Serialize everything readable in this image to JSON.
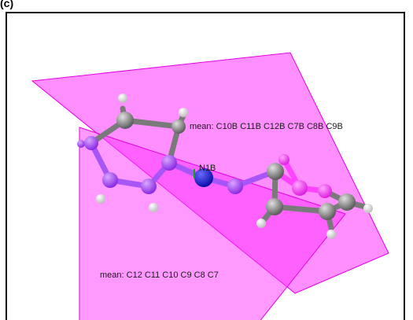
{
  "figure": {
    "label": "(c)",
    "colors": {
      "plane": "#ff33ff",
      "carbon": "#8a8a8a",
      "hydrogen": "#e8e8e8",
      "nitrogen": "#2222dd",
      "disordered_part": "#b04dff"
    }
  },
  "planes": [
    {
      "label": "mean: C10B C11B C12B C7B C8B C9B"
    },
    {
      "label": "mean: C12 C11 C10 C9 C8 C7"
    }
  ],
  "atom_labels": {
    "n": "N1B"
  }
}
